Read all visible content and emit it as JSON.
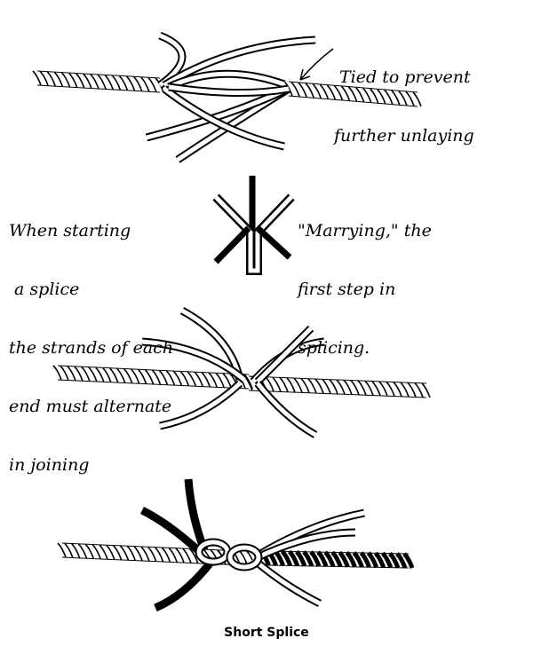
{
  "figures": [
    {
      "id": "tied",
      "note_lines": [
        "Tied to prevent",
        "further unlaying"
      ]
    },
    {
      "id": "marrying",
      "left_note_lines": [
        "When starting",
        " a splice",
        "the strands of each",
        "end must alternate",
        "in joining"
      ],
      "right_note_lines": [
        "\"Marrying,\" the",
        "first step in",
        "splicing."
      ]
    }
  ],
  "caption": "Short Splice"
}
